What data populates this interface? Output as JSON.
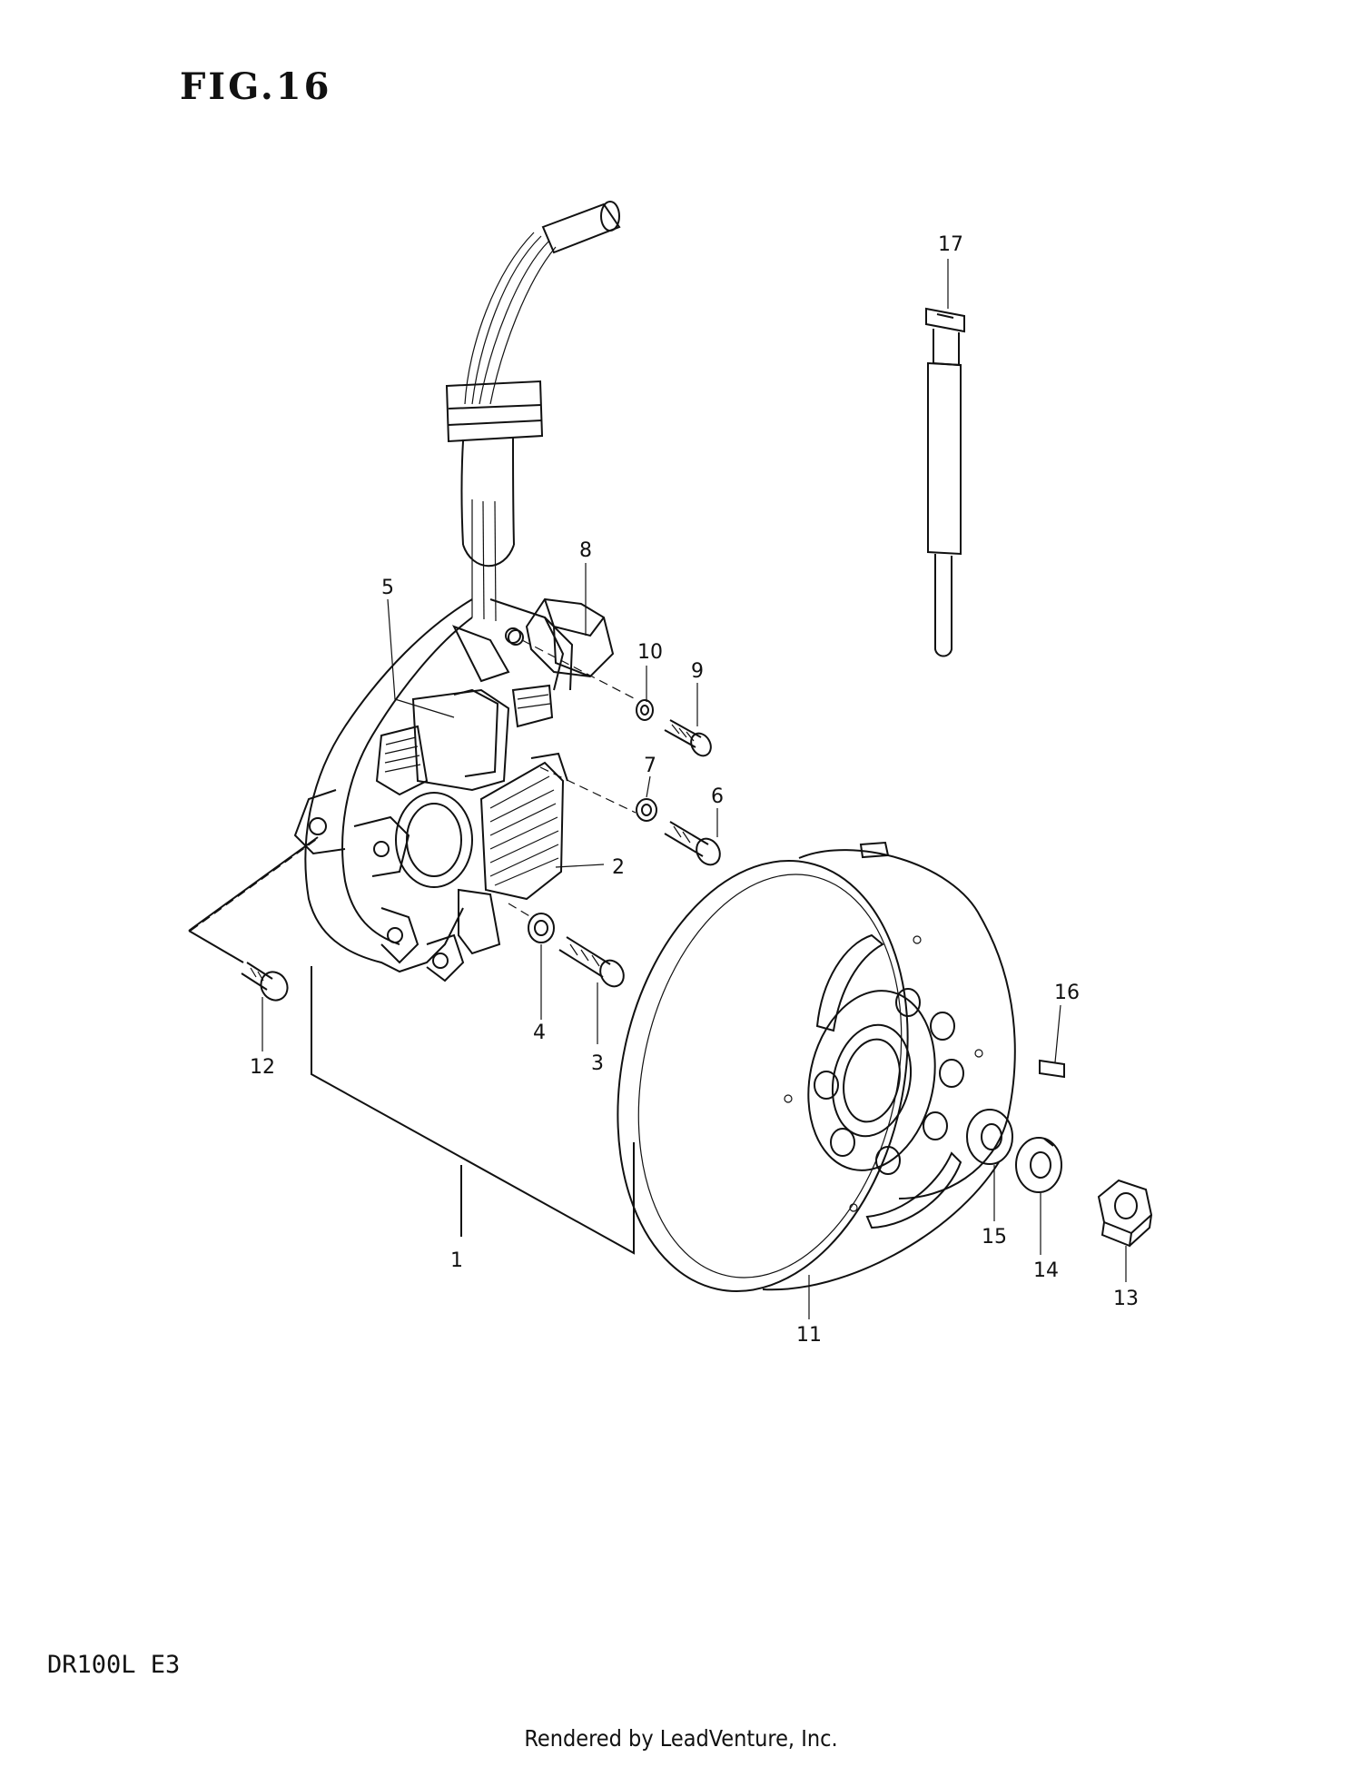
{
  "figure_label": "FIG.16",
  "model_code": "DR100L E3",
  "footer": "Rendered by LeadVenture, Inc.",
  "callouts": [
    "1",
    "2",
    "3",
    "4",
    "5",
    "6",
    "7",
    "8",
    "9",
    "10",
    "11",
    "12",
    "13",
    "14",
    "15",
    "16",
    "17"
  ]
}
